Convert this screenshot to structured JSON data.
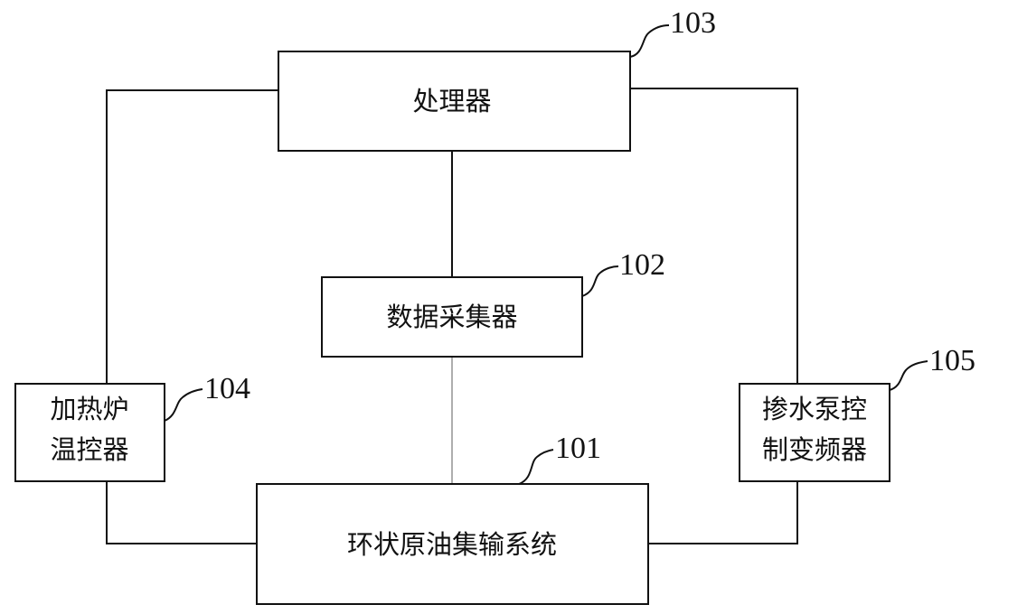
{
  "blocks": {
    "processor": {
      "label": "处理器",
      "ref": "103"
    },
    "data_collector": {
      "label": "数据采集器",
      "ref": "102"
    },
    "heater_temp_controller": {
      "line1": "加热炉",
      "line2": "温控器",
      "ref": "104"
    },
    "pump_freq_converter": {
      "line1": "掺水泵控",
      "line2": "制变频器",
      "ref": "105"
    },
    "oil_gathering_system": {
      "label": "环状原油集输系统",
      "ref": "101"
    }
  }
}
